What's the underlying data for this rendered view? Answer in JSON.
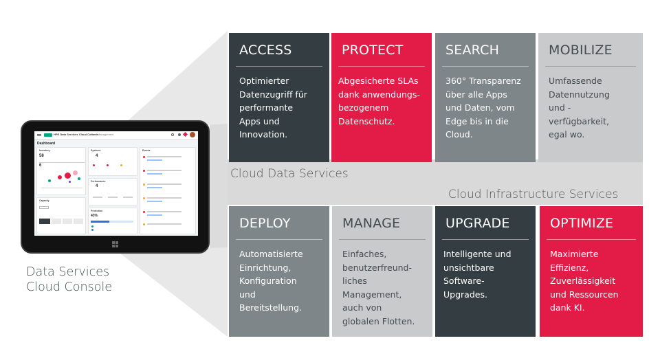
{
  "top_tiles": [
    {
      "head": "ACCESS",
      "body": [
        "Optimierter",
        "Datenzugriff für",
        "performante",
        "Apps und",
        "Innovation."
      ]
    },
    {
      "head": "PROTECT",
      "body": [
        "Abgesicherte SLAs",
        "dank anwendungs-",
        "bezogenem",
        "Datenschutz."
      ]
    },
    {
      "head": "SEARCH",
      "body": [
        "360° Transparenz",
        "über alle Apps",
        "und Daten, vom",
        "Edge bis in die",
        "Cloud."
      ]
    },
    {
      "head": "MOBILIZE",
      "body": [
        "Umfassende",
        "Datennutzung",
        "und -",
        "verfügbarkeit,",
        "egal wo."
      ]
    }
  ],
  "band_labels": {
    "cloud_data_services": "Cloud Data Services",
    "cloud_infrastructure_services": "Cloud Infrastructure Services"
  },
  "bottom_tiles": [
    {
      "head": "DEPLOY",
      "body": [
        "Automatisierte",
        "Einrichtung,",
        "Konfiguration",
        "und",
        "Bereitstellung."
      ]
    },
    {
      "head": "MANAGE",
      "body": [
        "Einfaches,",
        "benutzerfreund-",
        "liches",
        "Management,",
        "auch von",
        "globalen Flotten."
      ]
    },
    {
      "head": "UPGRADE",
      "body": [
        "Intelligente und",
        "unsichtbare",
        "Software-",
        "Upgrades."
      ]
    },
    {
      "head": "OPTIMIZE",
      "body": [
        "Maximierte",
        "Effizienz,",
        "Zuverlässigkeit",
        "und Ressourcen",
        "dank KI."
      ]
    }
  ],
  "caption": [
    "Data Services",
    "Cloud Console"
  ],
  "console": {
    "app_title": "HPE Data Services Cloud Console",
    "app_sub": "Fleet Management",
    "page_title": "Dashboard",
    "cards": {
      "inventory": {
        "title": "Inventory",
        "count1": "58",
        "count2": "6"
      },
      "capacity": {
        "title": "Capacity"
      },
      "systems": {
        "title": "Systems",
        "count": "4"
      },
      "performance": {
        "title": "Performance",
        "count": "4"
      },
      "protection": {
        "title": "Protection",
        "percent": "43%"
      },
      "events": {
        "title": "Events"
      }
    }
  },
  "colors": {
    "dark": "#333d42",
    "red": "#e31b47",
    "grey": "#7e868a",
    "light": "#c8cacb",
    "band": "#d9d9d9",
    "brand_green": "#01a982"
  }
}
